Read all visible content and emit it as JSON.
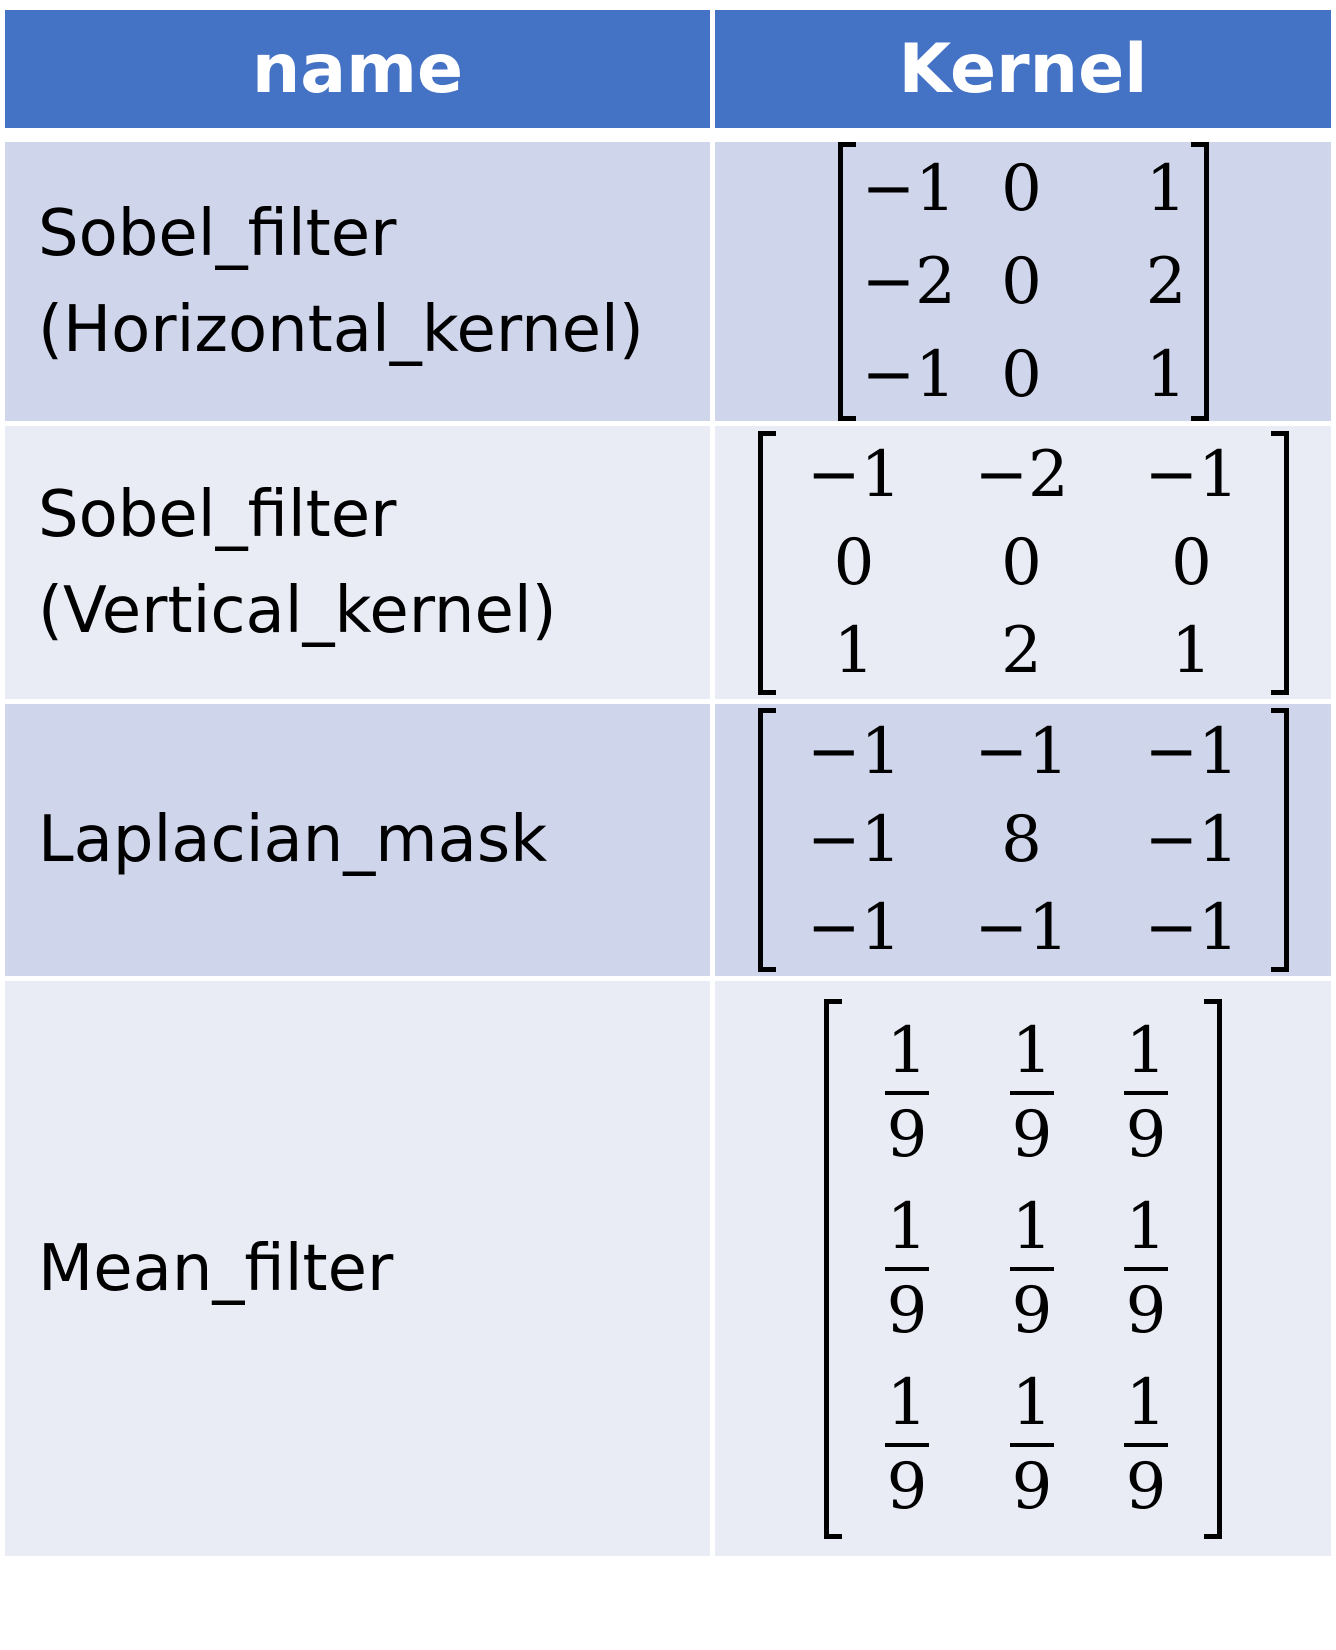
{
  "table": {
    "headers": {
      "name": "name",
      "kernel": "Kernel"
    },
    "rows": [
      {
        "name_line1": "Sobel_filter",
        "name_line2": "(Horizontal_kernel)",
        "kernel": [
          [
            "−1",
            "0",
            "1"
          ],
          [
            "−2",
            "0",
            "2"
          ],
          [
            "−1",
            "0",
            "1"
          ]
        ]
      },
      {
        "name_line1": "Sobel_filter",
        "name_line2": "(Vertical_kernel)",
        "kernel": [
          [
            "−1",
            "−2",
            "−1"
          ],
          [
            "0",
            "0",
            "0"
          ],
          [
            "1",
            "2",
            "1"
          ]
        ]
      },
      {
        "name_line1": "Laplacian_mask",
        "kernel": [
          [
            "−1",
            "−1",
            "−1"
          ],
          [
            "−1",
            "8",
            "−1"
          ],
          [
            "−1",
            "−1",
            "−1"
          ]
        ]
      },
      {
        "name_line1": "Mean_filter",
        "kernel": {
          "numerator": "1",
          "denominator": "9"
        }
      }
    ]
  },
  "colors": {
    "header_bg": "#4472c4",
    "header_text": "#ffffff",
    "row_dark": "#cfd5ea",
    "row_light": "#e9ebf5"
  }
}
